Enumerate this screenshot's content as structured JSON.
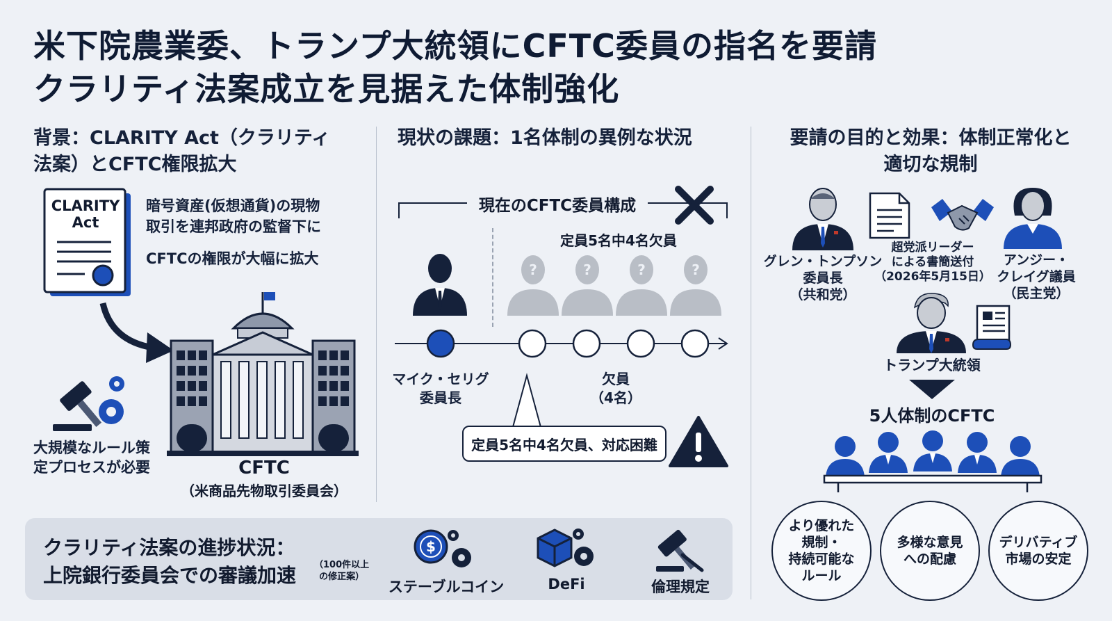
{
  "title": {
    "line1": "米下院農業委、トランプ大統領にCFTC委員の指名を要請",
    "line2": "クラリティ法案成立を見据えた体制強化"
  },
  "left": {
    "heading_line1": "背景：CLARITY Act（クラリティ",
    "heading_line2": "法案）とCFTC権限拡大",
    "doc_label_line1": "CLARITY",
    "doc_label_line2": "Act",
    "desc_line1": "暗号資産(仮想通貨)の現物",
    "desc_line2": "取引を連邦政府の監督下に",
    "desc_line3": "CFTCの権限が大幅に拡大",
    "rule_line1": "大規模なルール策",
    "rule_line2": "定プロセスが必要",
    "cftc_label": "CFTC",
    "cftc_full": "（米商品先物取引委員会）"
  },
  "middle": {
    "heading": "現状の課題：1名体制の異例な状況",
    "board_label": "現在のCFTC委員構成",
    "vacancy_note": "定員5名中4名欠員",
    "chair_line1": "マイク・セリグ",
    "chair_line2": "委員長",
    "vacant_line1": "欠員",
    "vacant_line2": "（4名）",
    "callout": "定員5名中4名欠員、対応困難"
  },
  "right": {
    "heading_line1": "要請の目的と効果：体制正常化と",
    "heading_line2": "適切な規制",
    "thompson_line1": "グレン・トンプソン",
    "thompson_line2": "委員長",
    "thompson_line3": "（共和党）",
    "letter_line1": "超党派リーダー",
    "letter_line2": "による書簡送付",
    "letter_line3": "（2026年5月15日）",
    "craig_line1": "アンジー・",
    "craig_line2": "クレイグ議員",
    "craig_line3": "（民主党）",
    "president": "トランプ大統領",
    "five": "5人体制のCFTC",
    "benefit1_line1": "より優れた",
    "benefit1_line2": "規制・",
    "benefit1_line3": "持続可能な",
    "benefit1_line4": "ルール",
    "benefit2_line1": "多様な意見",
    "benefit2_line2": "への配慮",
    "benefit3_line1": "デリバティブ",
    "benefit3_line2": "市場の安定"
  },
  "bottom": {
    "progress_line1": "クラリティ法案の進捗状況：",
    "progress_line2": "上院銀行委員会での審議加速",
    "note_line1": "（100件以上",
    "note_line2": "の修正案）",
    "item1": "ステーブルコイン",
    "item2": "DeFi",
    "item3": "倫理規定"
  },
  "colors": {
    "accent": "#1d4fb8",
    "navy": "#15213a",
    "gray_person": "#b9bec6",
    "background": "#eef1f6"
  }
}
